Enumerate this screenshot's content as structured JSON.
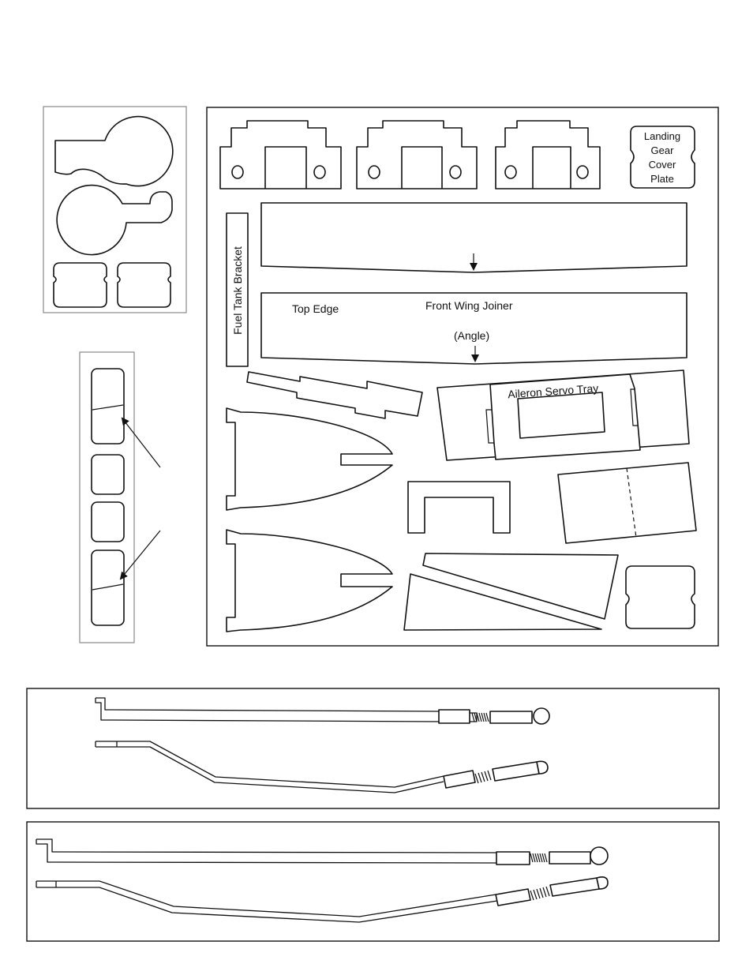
{
  "labels": {
    "landing_gear_cover_plate": [
      "Landing",
      "Gear",
      "Cover",
      "Plate"
    ],
    "fuel_tank_bracket": "Fuel Tank Bracket",
    "top_edge": "Top Edge",
    "front_wing_joiner": "Front Wing Joiner",
    "angle": "(Angle)",
    "aileron_servo_tray": "Aileron Servo Tray"
  }
}
